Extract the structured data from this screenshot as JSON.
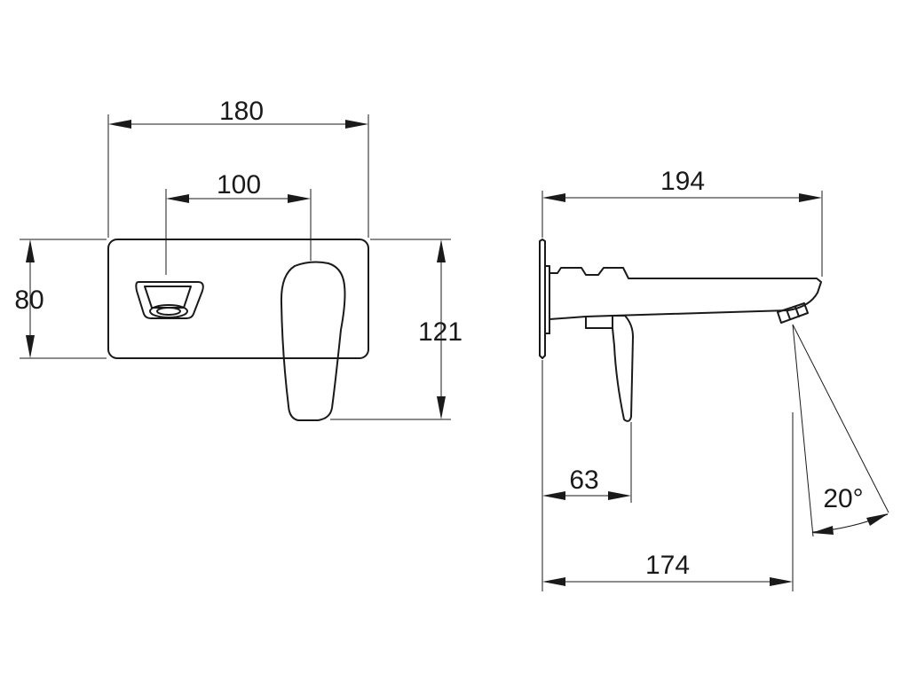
{
  "dimensions": {
    "front_width": "180",
    "lever_spacing": "100",
    "plate_height": "80",
    "total_height": "121",
    "spout_length": "194",
    "handle_offset": "63",
    "outlet_distance": "174",
    "spray_angle": "20°"
  }
}
